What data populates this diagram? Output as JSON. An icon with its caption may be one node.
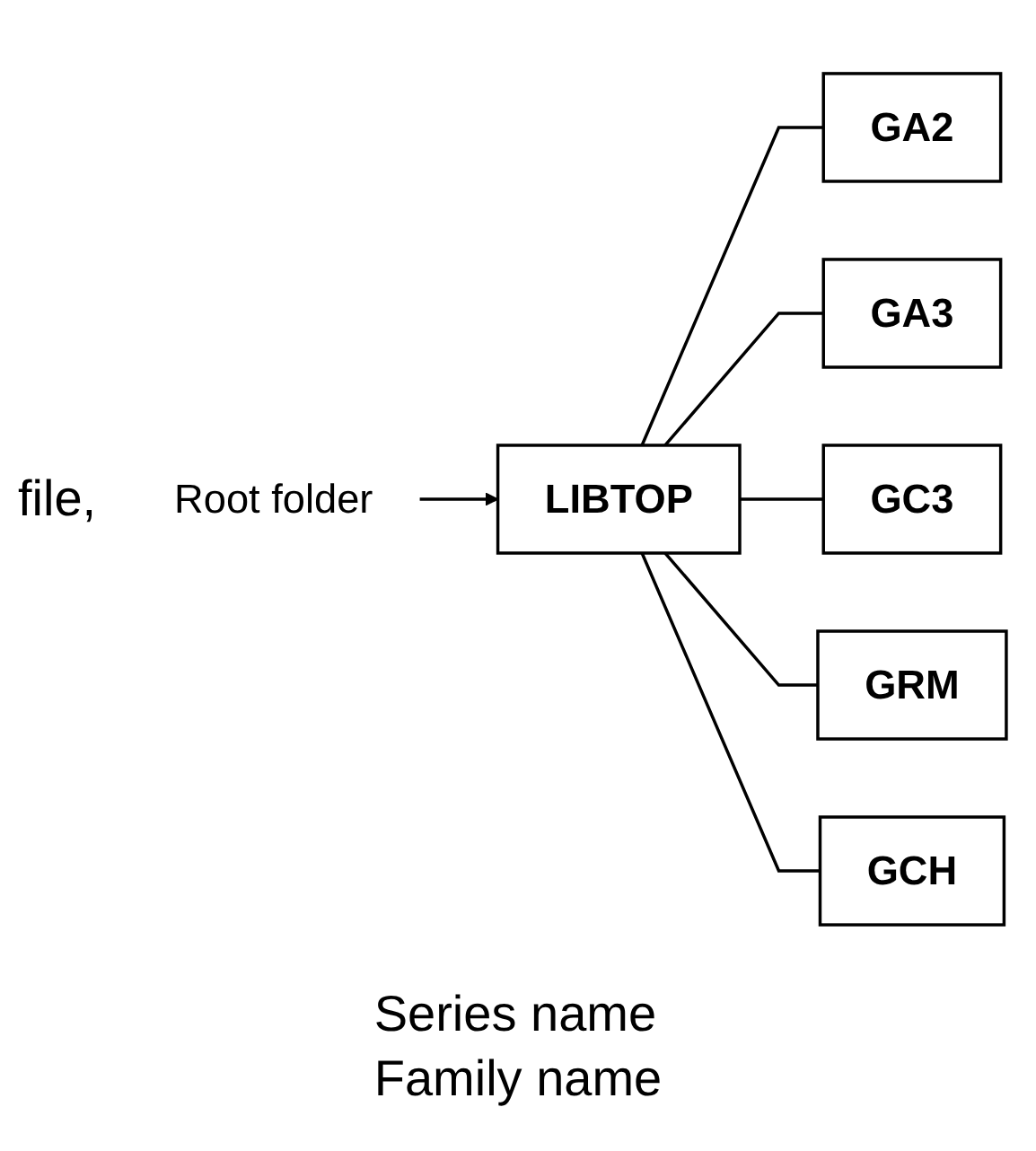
{
  "diagram": {
    "nodes": [
      {
        "text": [
          "Root folder"
        ]
      },
      {
        "text": [
          "LIBTOP"
        ]
      },
      {
        "text": [
          "GA2"
        ]
      },
      {
        "text": [
          "GA3"
        ]
      },
      {
        "text": [
          "GC3"
        ]
      },
      {
        "text": [
          "GRM"
        ]
      },
      {
        "text": [
          "GCH"
        ]
      }
    ],
    "edges": [
      {
        "from": 0,
        "to": 1,
        "arrow": "to"
      },
      {
        "from": 1,
        "to": 2,
        "arrow": "none"
      },
      {
        "from": 1,
        "to": 3,
        "arrow": "none"
      },
      {
        "from": 1,
        "to": 4,
        "arrow": "none"
      },
      {
        "from": 1,
        "to": 5,
        "arrow": "none"
      },
      {
        "from": 1,
        "to": 6,
        "arrow": "none"
      }
    ],
    "labels": [
      "file,",
      "Series name",
      "Family name"
    ]
  }
}
